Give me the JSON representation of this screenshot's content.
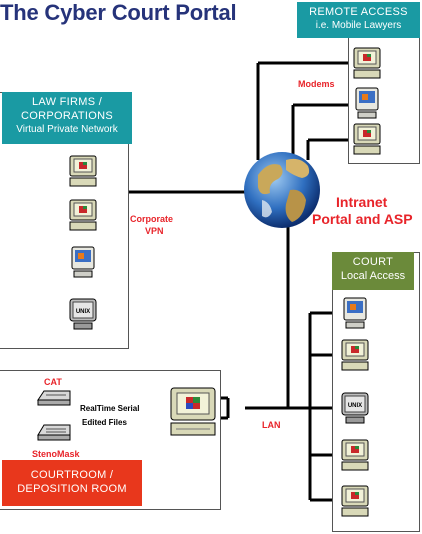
{
  "title": "The Cyber Court Portal",
  "remote": {
    "line1": "REMOTE ACCESS",
    "line2": "i.e. Mobile Lawyers"
  },
  "lawfirms": {
    "line1": "LAW FIRMS /",
    "line2": "CORPORATIONS",
    "line3": "Virtual Private Network"
  },
  "court": {
    "line1": "COURT",
    "line2": "Local Access"
  },
  "courtroom": {
    "line1": "COURTROOM /",
    "line2": "DEPOSITION ROOM"
  },
  "labels": {
    "modems": "Modems",
    "corporate": "Corporate",
    "vpn": "VPN",
    "intranet": "Intranet",
    "portal": "Portal and ASP",
    "lan": "LAN",
    "cat": "CAT",
    "stenomask": "StenoMask",
    "realtime": "RealTime Serial",
    "edited": "Edited Files",
    "unix": "UNIX"
  },
  "colors": {
    "remote_header": "#1a9aa3",
    "lawfirm_header": "#1a9aa3",
    "court_header": "#6b8a3a",
    "courtroom_header": "#e8371c",
    "title": "#26337a",
    "accent_red": "#e8242a"
  }
}
